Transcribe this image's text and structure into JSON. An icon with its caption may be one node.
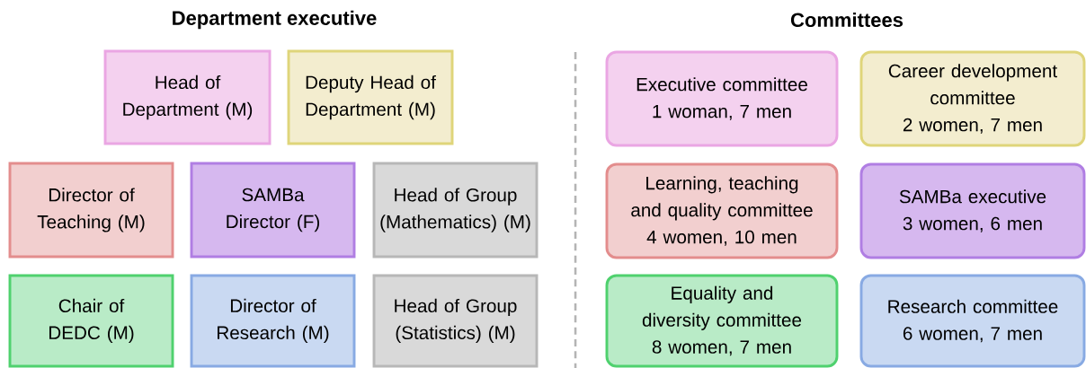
{
  "diagram": {
    "nodes": [
      {
        "text": [
          "Head of Department (M)"
        ]
      },
      {
        "text": [
          "Deputy Head of Department (M)"
        ]
      },
      {
        "text": [
          "Director of Teaching (M)"
        ]
      },
      {
        "text": [
          "SAMBa Director (F)"
        ]
      },
      {
        "text": [
          "Head of Group (Mathematics) (M)"
        ]
      },
      {
        "text": [
          "Chair of DEDC (M)"
        ]
      },
      {
        "text": [
          "Director of Research (M)"
        ]
      },
      {
        "text": [
          "Head of Group (Statistics) (M)"
        ]
      },
      {
        "text": [
          "Executive committee",
          "1 woman, 7 men"
        ]
      },
      {
        "text": [
          "Career development committee",
          "2 women, 7 men"
        ]
      },
      {
        "text": [
          "Learning, teaching and quality committee",
          "4 women, 10 men"
        ]
      },
      {
        "text": [
          "SAMBa executive",
          "3 women, 6 men"
        ]
      },
      {
        "text": [
          "Equality and diversity committee",
          "8 women, 7 men"
        ]
      },
      {
        "text": [
          "Research committee",
          "6 women, 7 men"
        ]
      }
    ],
    "labels": [
      "Department executive",
      "Committees"
    ]
  }
}
